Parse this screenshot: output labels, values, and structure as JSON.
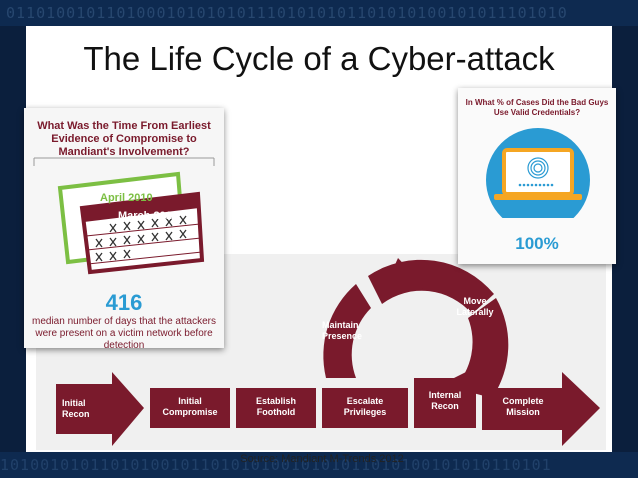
{
  "header": {
    "title": "The Life Cycle of a Cyber-attack"
  },
  "left_panel": {
    "question": "What Was the Time From Earliest Evidence of Compromise to Mandiant's Involvement?",
    "calendar_back": "April 2010",
    "calendar_front": "March 2011",
    "value": "416",
    "description": "median number of days that the attackers were present on a victim network before detection"
  },
  "right_panel": {
    "question": "In What % of Cases Did the Bad Guys Use Valid Credentials?",
    "value": "100%",
    "icon": "fingerprint-laptop-icon"
  },
  "lifecycle": {
    "stages": [
      "Initial Recon",
      "Initial Compromise",
      "Establish Foothold",
      "Escalate Privileges",
      "Internal Recon",
      "Complete Mission"
    ],
    "cycle": [
      "Maintain Presence",
      "Move Laterally"
    ],
    "color": "#7a1a2c"
  },
  "footer": {
    "source": "Source: Mandiant M-Trends 2012"
  },
  "background": {
    "binary_top": "01101001011010001010101011101010101101010100101011101010",
    "binary_bottom": "1010010101101010010110101010010101011010100101010110101"
  }
}
